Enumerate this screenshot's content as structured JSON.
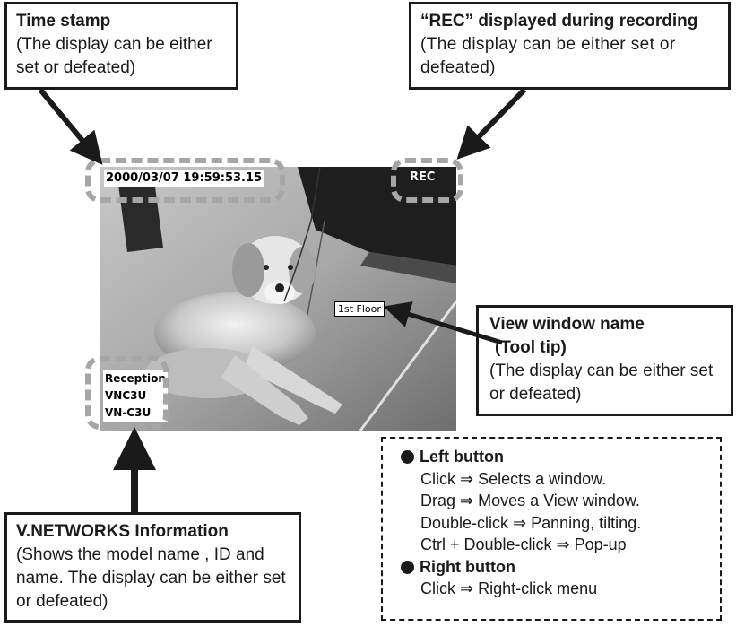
{
  "callouts": {
    "timestamp": {
      "title": "Time stamp",
      "desc": "(The display can be either set or defeated)"
    },
    "rec": {
      "title": "“REC” displayed during recording",
      "desc": "(The display can be either set or defeated)"
    },
    "view_window_name": {
      "title": "View window name",
      "title2": "(Tool tip)",
      "desc": "(The display can be either set or defeated)"
    },
    "vnetworks": {
      "title": "V.NETWORKS Information",
      "desc": "(Shows the model name , ID and name. The display can be either set or defeated)"
    }
  },
  "video": {
    "timestamp_text": "2000/03/07 19:59:53.15",
    "rec_text": "REC",
    "tooltip_text": "1st Floor",
    "info_lines": [
      "Reception",
      "VNC3U",
      "VN-C3U"
    ]
  },
  "mouse_help": {
    "left_header": "Left button",
    "left_lines": [
      "Click ⇒ Selects a window.",
      "Drag ⇒ Moves a View window.",
      "Double-click ⇒ Panning, tilting.",
      "Ctrl + Double-click ⇒ Pop-up"
    ],
    "right_header": "Right button",
    "right_lines": [
      "Click ⇒ Right-click menu"
    ]
  }
}
